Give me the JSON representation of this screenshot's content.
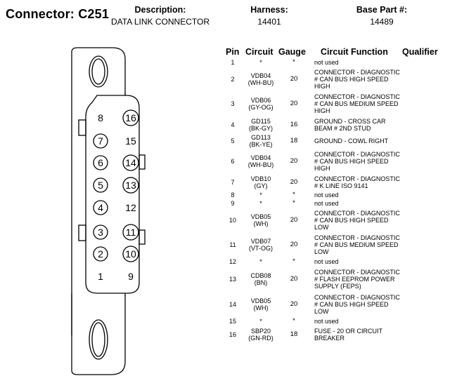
{
  "connector": {
    "label": "Connector:",
    "id": "C251"
  },
  "description": {
    "label": "Description:",
    "value": "DATA LINK CONNECTOR"
  },
  "harness": {
    "label": "Harness:",
    "value": "14401"
  },
  "base_part": {
    "label": "Base Part #:",
    "value": "14489"
  },
  "columns": {
    "pin": "Pin",
    "circuit": "Circuit",
    "gauge": "Gauge",
    "function": "Circuit Function",
    "qualifier": "Qualifier"
  },
  "pin_labels": [
    "1",
    "2",
    "3",
    "4",
    "5",
    "6",
    "7",
    "8",
    "9",
    "10",
    "11",
    "12",
    "13",
    "14",
    "15",
    "16"
  ],
  "rows": [
    {
      "pin": "1",
      "circuit": [
        "*"
      ],
      "gauge": "*",
      "function": [
        "not used"
      ]
    },
    {
      "pin": "2",
      "circuit": [
        "VDB04",
        "(WH-BU)"
      ],
      "gauge": "20",
      "function": [
        "CONNECTOR - DIAGNOSTIC",
        "# CAN BUS HIGH SPEED",
        "HIGH"
      ]
    },
    {
      "pin": "3",
      "circuit": [
        "VDB06",
        "(GY-OG)"
      ],
      "gauge": "20",
      "function": [
        "CONNECTOR - DIAGNOSTIC",
        "# CAN BUS MEDIUM SPEED",
        "HIGH"
      ]
    },
    {
      "pin": "4",
      "circuit": [
        "GD115",
        "(BK-GY)"
      ],
      "gauge": "16",
      "function": [
        "GROUND - CROSS CAR",
        "BEAM # 2ND STUD"
      ]
    },
    {
      "pin": "5",
      "circuit": [
        "GD113",
        "(BK-YE)"
      ],
      "gauge": "18",
      "function": [
        "GROUND - COWL RIGHT"
      ]
    },
    {
      "pin": "6",
      "circuit": [
        "VDB04",
        "(WH-BU)"
      ],
      "gauge": "20",
      "function": [
        "CONNECTOR - DIAGNOSTIC",
        "# CAN BUS HIGH SPEED",
        "HIGH"
      ]
    },
    {
      "pin": "7",
      "circuit": [
        "VDB10",
        "(GY)"
      ],
      "gauge": "20",
      "function": [
        "CONNECTOR - DIAGNOSTIC",
        "# K LINE ISO 9141"
      ]
    },
    {
      "pin": "8",
      "circuit": [
        "*"
      ],
      "gauge": "*",
      "function": [
        "not used"
      ]
    },
    {
      "pin": "9",
      "circuit": [
        "*"
      ],
      "gauge": "*",
      "function": [
        "not used"
      ]
    },
    {
      "pin": "10",
      "circuit": [
        "VDB05",
        "(WH)"
      ],
      "gauge": "20",
      "function": [
        "CONNECTOR - DIAGNOSTIC",
        "# CAN BUS HIGH SPEED",
        "LOW"
      ]
    },
    {
      "pin": "11",
      "circuit": [
        "VDB07",
        "(VT-OG)"
      ],
      "gauge": "20",
      "function": [
        "CONNECTOR - DIAGNOSTIC",
        "# CAN BUS MEDIUM SPEED",
        "LOW"
      ]
    },
    {
      "pin": "12",
      "circuit": [
        "*"
      ],
      "gauge": "*",
      "function": [
        "not used"
      ]
    },
    {
      "pin": "13",
      "circuit": [
        "CDB08",
        "(BN)"
      ],
      "gauge": "20",
      "function": [
        "CONNECTOR - DIAGNOSTIC",
        "# FLASH EEPROM POWER",
        "SUPPLY (FEPS)"
      ]
    },
    {
      "pin": "14",
      "circuit": [
        "VDB05",
        "(WH)"
      ],
      "gauge": "20",
      "function": [
        "CONNECTOR - DIAGNOSTIC",
        "# CAN BUS HIGH SPEED",
        "LOW"
      ]
    },
    {
      "pin": "15",
      "circuit": [
        "*"
      ],
      "gauge": "*",
      "function": [
        "not used"
      ]
    },
    {
      "pin": "16",
      "circuit": [
        "SBP20",
        "(GN-RD)"
      ],
      "gauge": "18",
      "function": [
        "FUSE - 20 OR CIRCUIT",
        "BREAKER"
      ]
    }
  ]
}
